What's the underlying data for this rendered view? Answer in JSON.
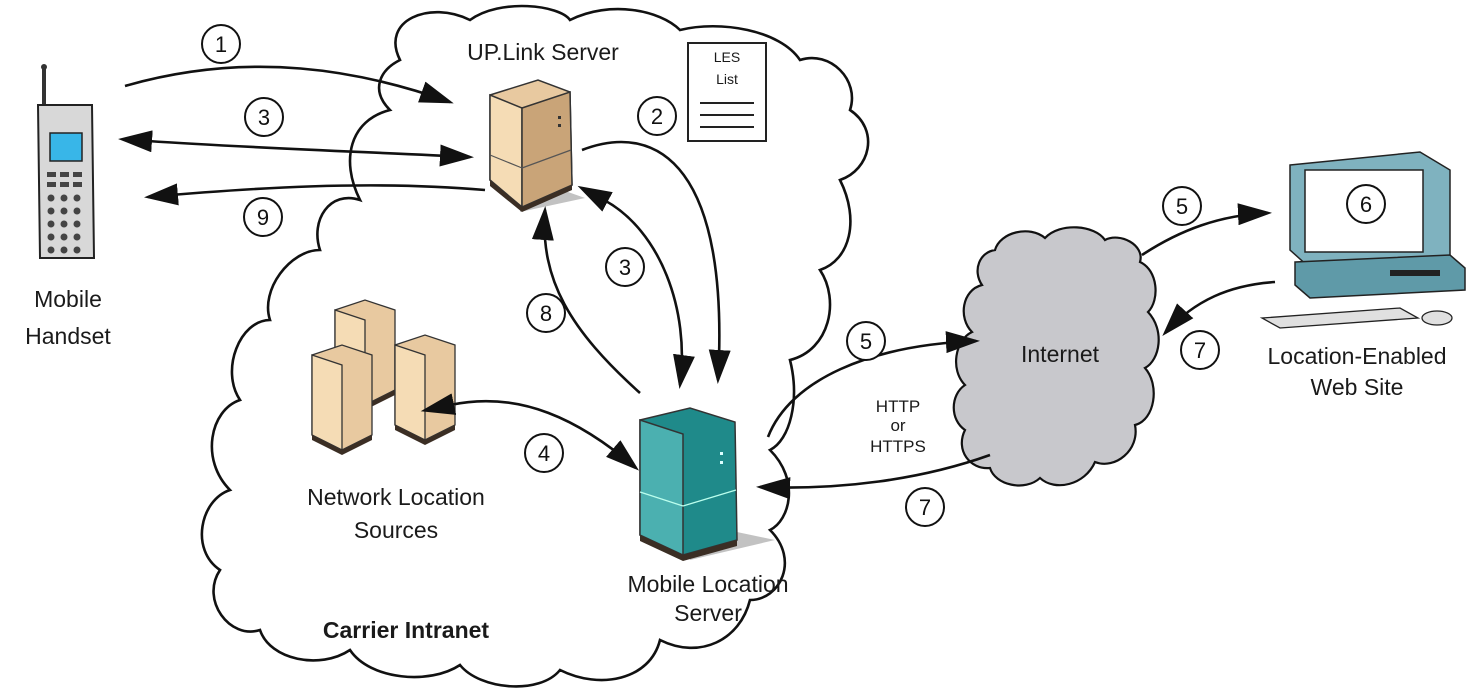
{
  "labels": {
    "mobile_handset_line1": "Mobile",
    "mobile_handset_line2": "Handset",
    "uplink_server": "UP.Link Server",
    "les_list_line1": "LES",
    "les_list_line2": "List",
    "carrier_intranet": "Carrier Intranet",
    "network_location_line1": "Network Location",
    "network_location_line2": "Sources",
    "mobile_location_line1": "Mobile Location",
    "mobile_location_line2": "Server",
    "internet": "Internet",
    "http_line1": "HTTP",
    "http_line2": "or",
    "http_line3": "HTTPS",
    "web_site_line1": "Location-Enabled",
    "web_site_line2": "Web Site"
  },
  "steps": {
    "s1": "1",
    "s2": "2",
    "s3a": "3",
    "s3b": "3",
    "s4": "4",
    "s5a": "5",
    "s5b": "5",
    "s6": "6",
    "s7a": "7",
    "s7b": "7",
    "s8": "8",
    "s9": "9"
  },
  "colors": {
    "server_beige": "#e8c9a0",
    "server_beige_dark": "#c9a478",
    "mls_teal": "#1f8a8a",
    "internet_cloud": "#c8c8cc",
    "monitor_teal": "#7fb2bf",
    "phone_screen": "#38b6e8"
  }
}
